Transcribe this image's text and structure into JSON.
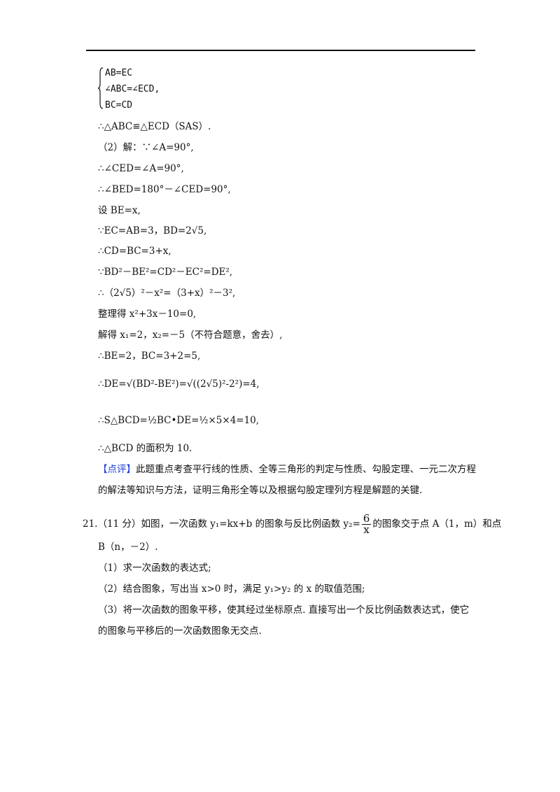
{
  "system_lines": [
    "AB=EC",
    "∠ABC=∠ECD,",
    "BC=CD"
  ],
  "lines": [
    "∴△ABC≌△ECD（SAS）.",
    "（2）解：∵∠A=90°,",
    "∴∠CED=∠A=90°,",
    "∴∠BED=180°－∠CED=90°,",
    "设 BE=x,",
    "∵EC=AB=3，BD=2√5,",
    "∴CD=BC=3+x,",
    "∵BD²－BE²=CD²－EC²=DE²,",
    "∴（2√5）²－x²=（3+x）²－3²,",
    "整理得 x²+3x－10=0,",
    "解得 x₁=2，x₂=－5（不符合题意，舍去）,",
    "∴BE=2，BC=3+2=5,",
    "∴DE=√(BD²-BE²)=√((2√5)²-2²)=4,",
    "∴S△BCD=½BC•DE=½×5×4=10,",
    "∴△BCD 的面积为 10."
  ],
  "comment_tag": "【点评】",
  "comment_1": "此题重点考查平行线的性质、全等三角形的判定与性质、勾股定理、一元二次方程",
  "comment_2": "的解法等知识与方法，证明三角形全等以及根据勾股定理列方程是解题的关键.",
  "q21_a": "21.（11 分）如图，一次函数 y₁=kx+b 的图象与反比例函数 y₂=",
  "q21_frac_num": "6",
  "q21_frac_den": "x",
  "q21_b": "的图象交于点 A（1，m）和点",
  "q21_line2": "B（n，－2）.",
  "q21_p1": "（1）求一次函数的表达式;",
  "q21_p2": "（2）结合图象，写出当 x>0 时，满足 y₁>y₂ 的 x 的取值范围;",
  "q21_p3": "（3）将一次函数的图象平移，使其经过坐标原点. 直接写出一个反比例函数表达式，使它",
  "q21_p4": "的图象与平移后的一次函数图象无交点."
}
